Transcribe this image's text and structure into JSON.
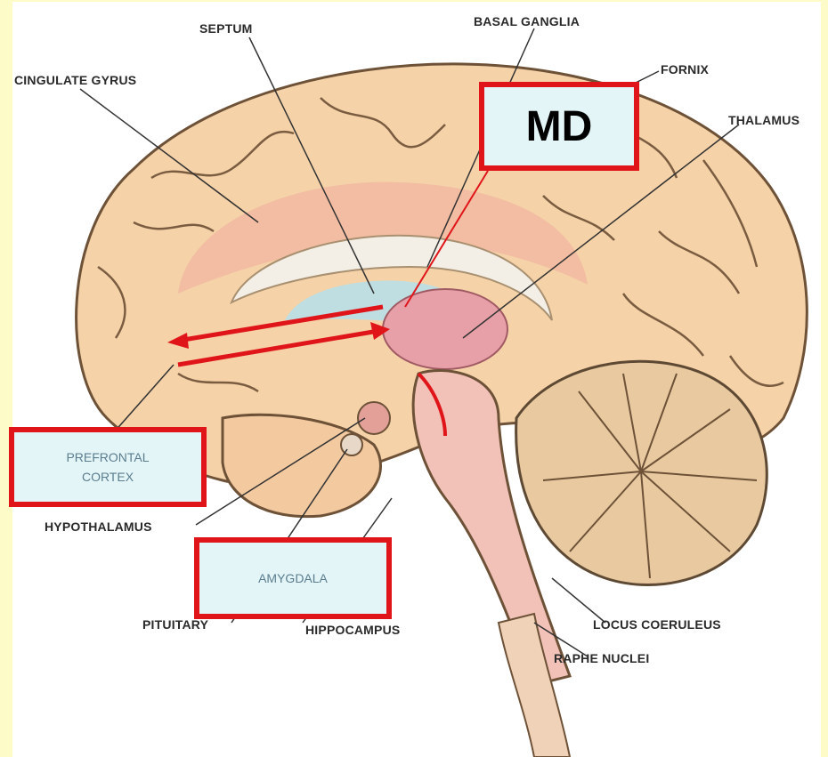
{
  "labels": {
    "septum": "SEPTUM",
    "basal_ganglia": "BASAL GANGLIA",
    "cingulate_gyrus": "CINGULATE GYRUS",
    "fornix": "FORNIX",
    "thalamus": "THALAMUS",
    "hypothalamus": "HYPOTHALAMUS",
    "pituitary": "PITUITARY",
    "hippocampus": "HIPPOCAMPUS",
    "locus_coeruleus": "LOCUS COERULEUS",
    "raphe_nuclei": "RAPHE NUCLEI"
  },
  "boxes": {
    "md": "MD",
    "prefrontal_line1": "PREFRONTAL",
    "prefrontal_line2": "CORTEX",
    "amygdala": "AMYGDALA"
  },
  "colors": {
    "background": "#fdfcc8",
    "highlight_red": "#e0151a",
    "box_fill": "#e3f5f7",
    "cortex": "#f5d2a8",
    "cerebellum": "#e8c9a0"
  }
}
